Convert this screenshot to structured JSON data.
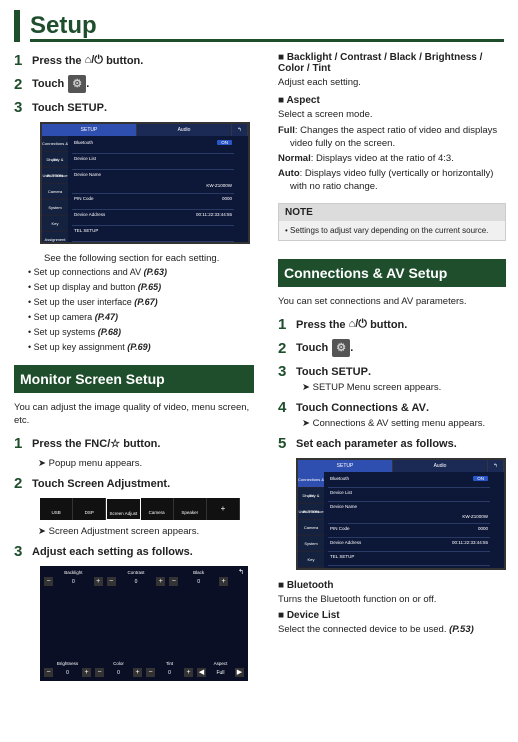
{
  "title": "Setup",
  "left": {
    "step1": "Press the",
    "step1b": "button.",
    "step2": "Touch",
    "step3": "Touch",
    "step3b": "SETUP",
    "screen": {
      "tab_setup": "SETUP",
      "tab_audio": "Audio",
      "side": [
        "Connections & AV",
        "Display & BUTTON",
        "User Interface",
        "Camera",
        "System",
        "Key Assignment"
      ],
      "rows": [
        {
          "label": "Bluetooth",
          "value": "ON"
        },
        {
          "label": "Device List",
          "value": ""
        },
        {
          "label": "Device Name",
          "value": "KW-Z1000W"
        },
        {
          "label": "PIN Code",
          "value": "0000"
        },
        {
          "label": "Device Address",
          "value": "00:11:22:33:44:55"
        },
        {
          "label": "TEL SETUP",
          "value": ""
        }
      ]
    },
    "see_text": "See the following section for each setting.",
    "bullets": [
      {
        "text": "Set up connections and AV",
        "ref": "(P.63)"
      },
      {
        "text": "Set up display and button",
        "ref": "(P.65)"
      },
      {
        "text": "Set up the user interface",
        "ref": "(P.67)"
      },
      {
        "text": "Set up camera",
        "ref": "(P.47)"
      },
      {
        "text": "Set up systems",
        "ref": "(P.68)"
      },
      {
        "text": "Set up key assignment",
        "ref": "(P.69)"
      }
    ],
    "monitor_title": "Monitor Screen Setup",
    "monitor_desc": "You can adjust the image quality of video, menu screen, etc.",
    "m_step1": "Press the FNC/",
    "m_step1b": "button.",
    "m_step1_note": "Popup menu appears.",
    "m_step2": "Touch",
    "m_step2b": "Screen Adjustment",
    "media": [
      "USB",
      "DSP",
      "Screen Adjust",
      "Camera",
      "Speaker"
    ],
    "m_step2_note": "Screen Adjustment screen appears.",
    "m_step3": "Adjust each setting as follows.",
    "adj_top": [
      {
        "name": "Backlight",
        "val": "0"
      },
      {
        "name": "Contrast",
        "val": "0"
      },
      {
        "name": "Black",
        "val": "0"
      }
    ],
    "adj_bottom": [
      {
        "name": "Brightness",
        "val": "0"
      },
      {
        "name": "Color",
        "val": "0"
      },
      {
        "name": "Tint",
        "val": "0"
      },
      {
        "name": "Aspect",
        "val": "Full"
      }
    ]
  },
  "right": {
    "h_backlight": "Backlight / Contrast / Black / Brightness / Color / Tint",
    "backlight_desc": "Adjust each setting.",
    "h_aspect": "Aspect",
    "aspect_desc": "Select a screen mode.",
    "full_term": "Full",
    "full_desc": ": Changes the aspect ratio of video and displays video fully on the screen.",
    "normal_term": "Normal",
    "normal_desc": ": Displays video at the ratio of 4:3.",
    "auto_term": "Auto",
    "auto_desc": ": Displays video fully (vertically or horizontally) with no ratio change.",
    "note_head": "NOTE",
    "note_body": "Settings to adjust vary depending on the current source.",
    "conn_title": "Connections & AV Setup",
    "conn_desc": "You can set connections and AV parameters.",
    "c_step1": "Press the",
    "c_step1b": "button.",
    "c_step2": "Touch",
    "c_step3": "Touch",
    "c_step3b": "SETUP",
    "c_step3_note": "SETUP Menu screen appears.",
    "c_step4": "Touch",
    "c_step4b": "Connections & AV",
    "c_step4_note": "Connections & AV setting menu appears.",
    "c_step5": "Set each parameter as follows.",
    "h_bluetooth": "Bluetooth",
    "bluetooth_desc": "Turns the Bluetooth function on or off.",
    "h_devlist": "Device List",
    "devlist_desc": "Select the connected device to be used.",
    "devlist_ref": "(P.53)"
  }
}
